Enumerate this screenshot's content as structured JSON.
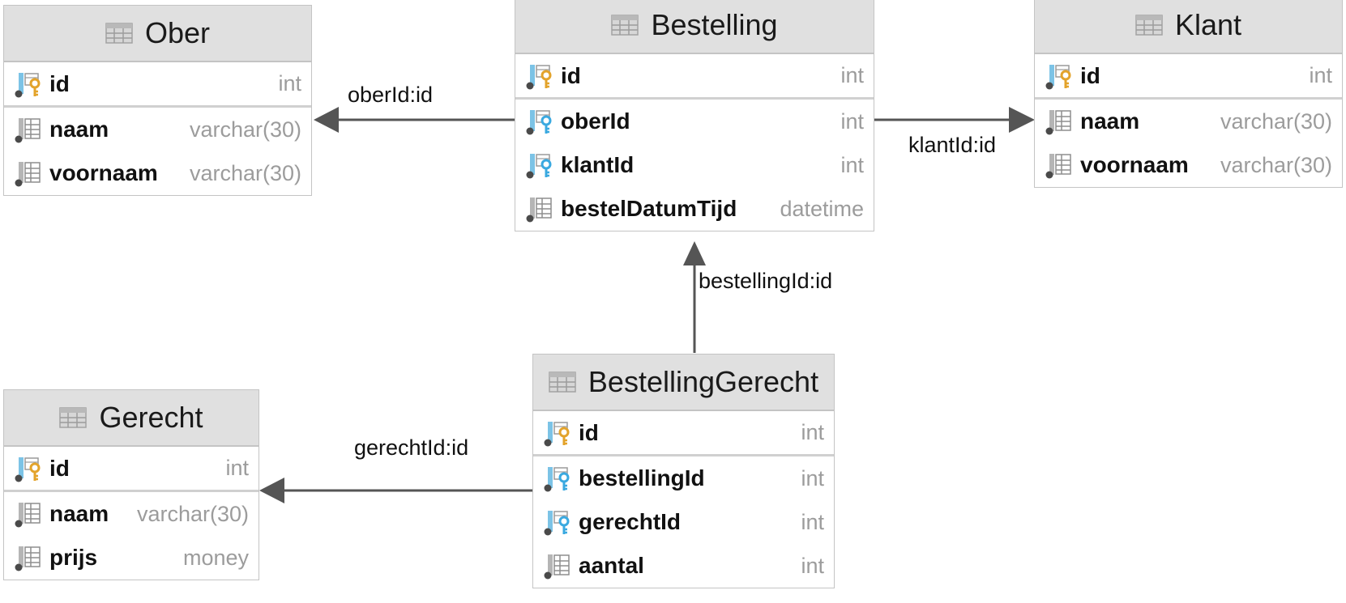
{
  "tables": {
    "ober": {
      "name": "Ober",
      "columns": [
        {
          "name": "id",
          "type": "int",
          "key": "pk"
        },
        {
          "name": "naam",
          "type": "varchar(30)",
          "key": "none"
        },
        {
          "name": "voornaam",
          "type": "varchar(30)",
          "key": "none"
        }
      ]
    },
    "bestelling": {
      "name": "Bestelling",
      "columns": [
        {
          "name": "id",
          "type": "int",
          "key": "pk"
        },
        {
          "name": "oberId",
          "type": "int",
          "key": "fk"
        },
        {
          "name": "klantId",
          "type": "int",
          "key": "fk"
        },
        {
          "name": "bestelDatumTijd",
          "type": "datetime",
          "key": "none"
        }
      ]
    },
    "klant": {
      "name": "Klant",
      "columns": [
        {
          "name": "id",
          "type": "int",
          "key": "pk"
        },
        {
          "name": "naam",
          "type": "varchar(30)",
          "key": "none"
        },
        {
          "name": "voornaam",
          "type": "varchar(30)",
          "key": "none"
        }
      ]
    },
    "gerecht": {
      "name": "Gerecht",
      "columns": [
        {
          "name": "id",
          "type": "int",
          "key": "pk"
        },
        {
          "name": "naam",
          "type": "varchar(30)",
          "key": "none"
        },
        {
          "name": "prijs",
          "type": "money",
          "key": "none"
        }
      ]
    },
    "bestellinggerecht": {
      "name": "BestellingGerecht",
      "columns": [
        {
          "name": "id",
          "type": "int",
          "key": "pk"
        },
        {
          "name": "bestellingId",
          "type": "int",
          "key": "fk"
        },
        {
          "name": "gerechtId",
          "type": "int",
          "key": "fk"
        },
        {
          "name": "aantal",
          "type": "int",
          "key": "none"
        }
      ]
    }
  },
  "relations": {
    "ober": "oberId:id",
    "klant": "klantId:id",
    "bestelling": "bestellingId:id",
    "gerecht": "gerechtId:id"
  },
  "colors": {
    "header": "#e0e0e0",
    "border": "#c4c4c4",
    "pk_key": "#e3a32b",
    "fk_key": "#3aa9e0",
    "edge": "#555555"
  },
  "icons": {
    "table": "table-icon",
    "pk": "primary-key-icon",
    "fk": "foreign-key-icon",
    "column": "column-icon"
  }
}
